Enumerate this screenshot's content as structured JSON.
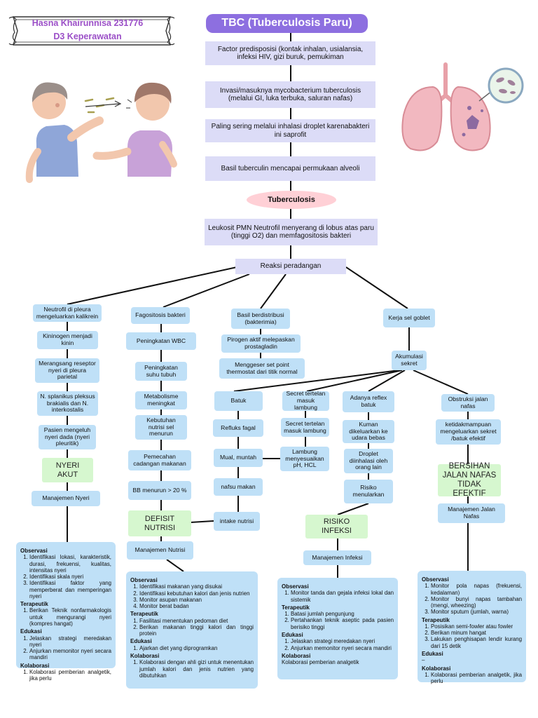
{
  "header": {
    "author_line1": "Hasna Khairunnisa 231776",
    "author_line2": "D3 Keperawatan",
    "title": "TBC (Tuberculosis Paru)"
  },
  "trunk": [
    "Factor predisposisi (kontak inhalan, usialansia, infeksi HIV, gizi buruk, pemukiman",
    "Invasi/masuknya mycobacterium tuberculosis (melalui GI, luka terbuka, saluran nafas)",
    "Paling sering melalui inhalasi droplet karenabakteri ini saprofit",
    "Basil tuberculin mencapai permukaan alveoli",
    "Tuberculosis",
    "Leukosit PMN Neutrofil menyerang di lobus atas paru (tinggi O2) dan memfagositosis bakteri",
    "Reaksi peradangan"
  ],
  "col1": {
    "nodes": [
      "Neutrofil di pleura mengeluarkan kalikrein",
      "Kininogen menjadi kinin",
      "Merangsang reseptor nyeri di pleura parietal",
      "N. splanikus pleksus brakialis dan N. interkostalis",
      "Pasien mengeluh nyeri dada (nyeri pleuritik)"
    ],
    "diagnosis": "NYERI AKUT",
    "management": "Manajemen Nyeri",
    "notes": {
      "observasi": [
        "Identifikasi lokasi, karakteristik, durasi, frekuensi, kualitas, intensitas nyeri",
        "Identifikasi skala nyeri",
        "Identifikasi faktor yang memperberat dan memperingan nyeri"
      ],
      "terapeutik": [
        "Berikan Teknik nonfarmakologis untuk mengurangi nyeri (kompres hangat)"
      ],
      "edukasi": [
        "Jelaskan strategi meredakan nyeri",
        "Anjurkan memonitor nyeri secara mandiri"
      ],
      "kolaborasi": [
        "Kolaborasi pemberian analgetik, jika perlu"
      ]
    }
  },
  "col2": {
    "nodes": [
      "Fagositosis bakteri",
      "Peningkatan WBC",
      "Peningkatan suhu tubuh",
      "Metabolisme meningkat",
      "Kebutuhan nutrisi sel menurun",
      "Pemecahan cadangan makanan",
      "BB menurun > 20 %"
    ],
    "diagnosis": "DEFISIT NUTRISI",
    "management": "Manajemen Nutrisi",
    "notes": {
      "observasi": [
        "Identifikasi makanan yang disukai",
        "Identifikasi kebutuhan kalori dan jenis nutrien",
        "Monitor asupan makanan",
        "Monitor berat badan"
      ],
      "terapeutik": [
        "Fasilitasi menentukan pedoman diet",
        "Berikan makanan tinggi kalori dan tinggi protein"
      ],
      "edukasi": [
        "Ajarkan diet yang diprogramkan"
      ],
      "kolaborasi": [
        "Kolaborasi dengan ahli gizi untuk menentukan jumlah kalori dan jenis nutrien yang dibutuhkan"
      ]
    }
  },
  "col3": {
    "nodes": [
      "Basil berdistribusi (bakterimia)",
      "Pirogen aktif melepaskan prostagladin",
      "Menggeser set point thermostat dari titik normal"
    ]
  },
  "col4": {
    "nodes": [
      "Kerja sel goblet",
      "Akumulasi sekret"
    ]
  },
  "batuk": {
    "nodes": [
      "Batuk",
      "Refluks fagal",
      "Mual, muntah",
      "nafsu makan",
      "intake nutrisi"
    ]
  },
  "secret": {
    "nodes": [
      "Secret tertelan masuk lambung",
      "Secret tertelan masuk lambung",
      "Lambung menyesuaikan pH, HCL"
    ]
  },
  "reflex": {
    "nodes": [
      "Adanya reflex batuk",
      "Kuman dikeluarkan ke udara bebas",
      "Droplet diinhalasi oleh orang lain",
      "Risiko menularkan"
    ],
    "diagnosis": "RISIKO INFEKSI",
    "management": "Manajemen Infeksi",
    "notes": {
      "observasi": [
        "Monitor tanda dan gejala infeksi lokal dan sistemik"
      ],
      "terapeutik": [
        "Batasi jumlah pengunjung",
        "Pertahankan teknik aseptic pada pasien berisiko tinggi"
      ],
      "edukasi": [
        "Jelaskan strategi meredakan nyeri",
        "Anjurkan memonitor nyeri secara mandiri"
      ],
      "kolaborasi_text": "Kolaborasi pemberian analgetik"
    }
  },
  "obstruksi": {
    "nodes": [
      "Obstruksi jalan nafas",
      "ketidakmampuan mengeluarkan sekret /batuk efektif"
    ],
    "diagnosis": "BERSIHAN JALAN NAFAS TIDAK EFEKTIF",
    "management": "Manajemen Jalan Nafas",
    "notes": {
      "observasi": [
        "Monitor pola napas (frekuensi, kedalaman)",
        "Monitor bunyi napas tambahan (mengi, wheezing)",
        "Monitor sputum (jumlah, warna)"
      ],
      "terapeutik": [
        "Posisikan semi-fowler atau fowler",
        "Berikan minum hangat",
        "Lakukan penghisapan lendir kurang dari 15 detik"
      ],
      "edukasi_text": "–",
      "kolaborasi": [
        "Kolaborasi pemberian analgetik, jika perlu"
      ]
    }
  },
  "labels": {
    "observasi": "Observasi",
    "terapeutik": "Terapeutik",
    "edukasi": "Edukasi",
    "kolaborasi": "Kolaborasi"
  },
  "colors": {
    "title_pill": "#8d6fe0",
    "trunk_box": "#dcdcf7",
    "node_box": "#bfe0f7",
    "diagnosis_box": "#d6f7cf",
    "tuberculosis_oval": "#ffd0d6",
    "author_text": "#9b4fc7"
  },
  "icons": [
    "coughing-people-illustration",
    "infected-lungs-illustration",
    "ribbon-banner"
  ]
}
